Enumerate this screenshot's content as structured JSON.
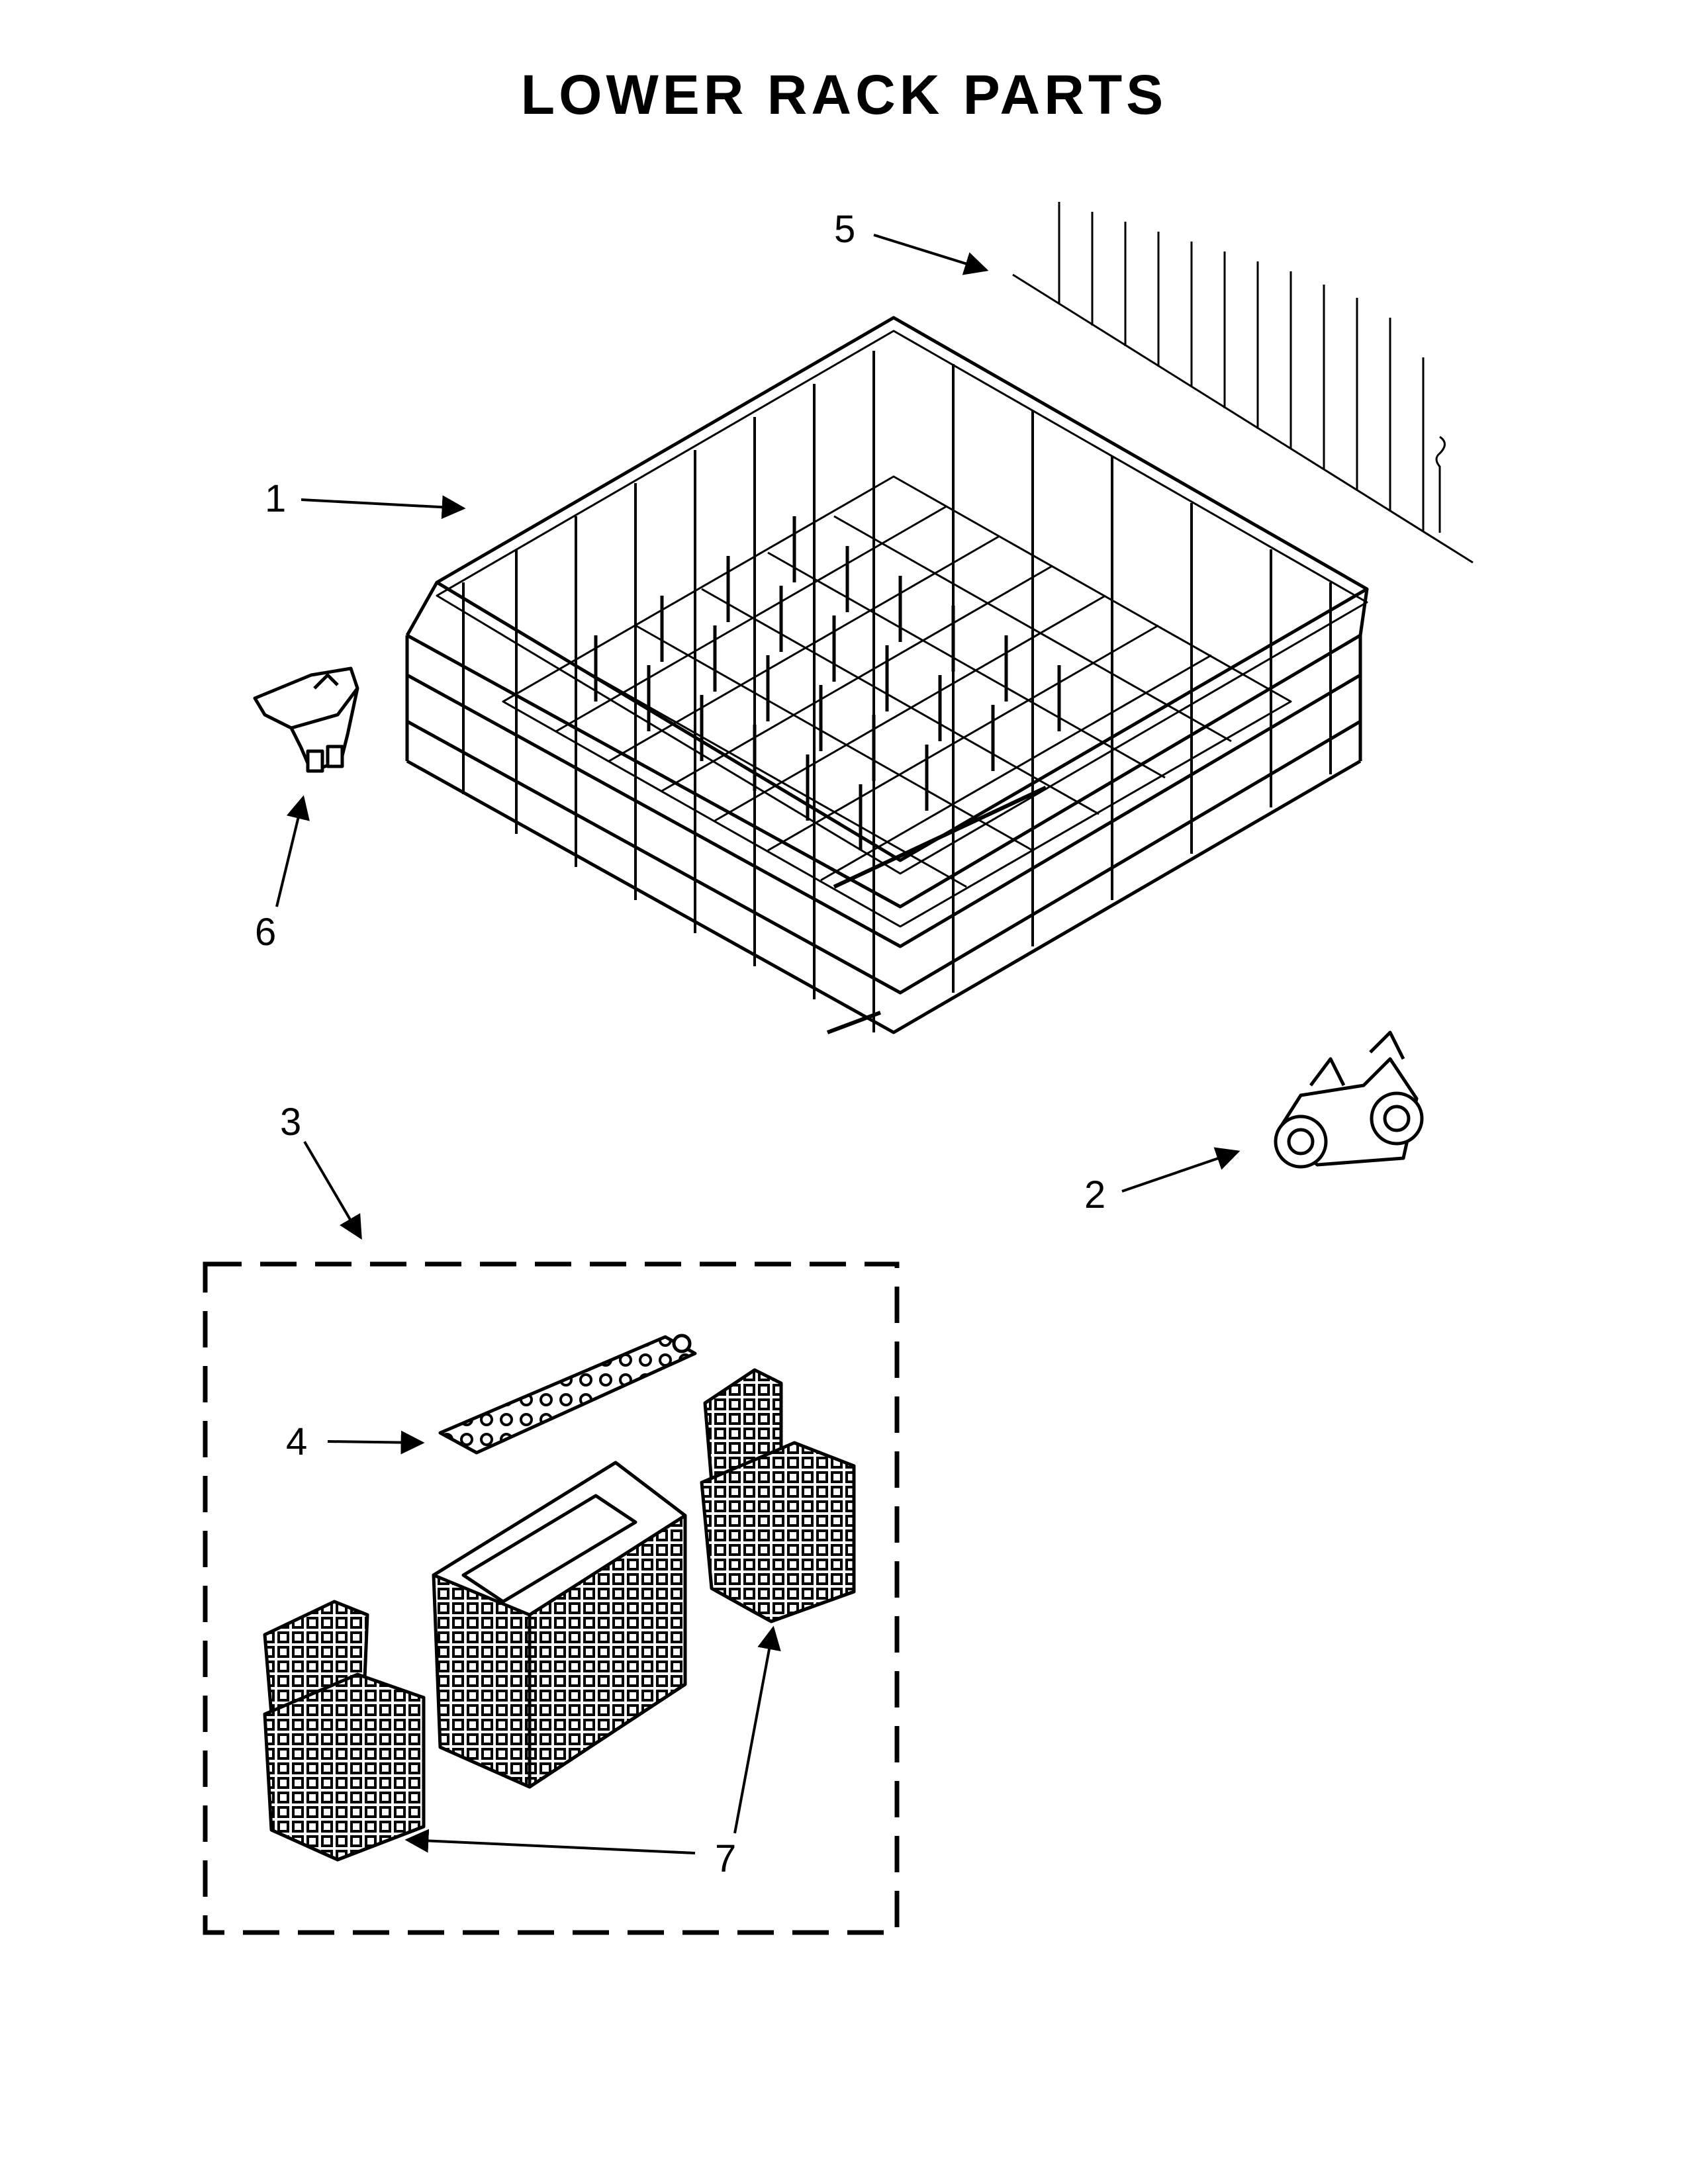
{
  "title": "LOWER RACK PARTS",
  "callouts": [
    "1",
    "2",
    "3",
    "4",
    "5",
    "6",
    "7"
  ],
  "colors": {
    "ink": "#000000",
    "paper": "#ffffff"
  }
}
